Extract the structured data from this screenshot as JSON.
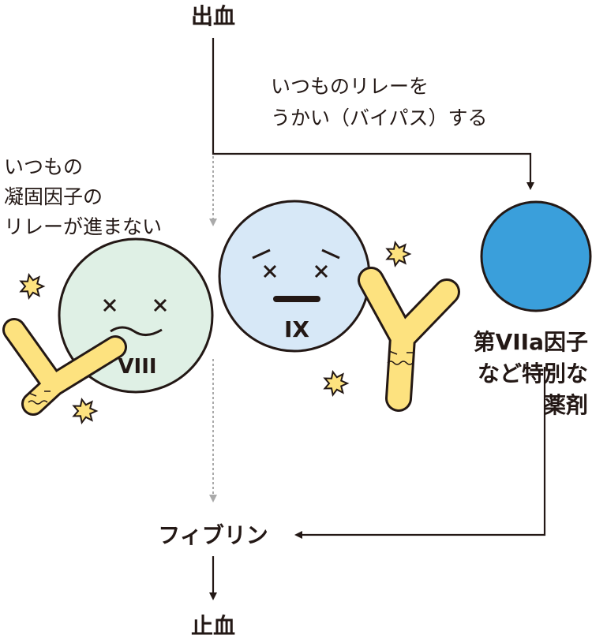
{
  "labels": {
    "bleeding": "出血",
    "bypass_line1": "いつものリレーを",
    "bypass_line2": "うかい（バイパス）する",
    "stalled_line1": "いつもの",
    "stalled_line2": "凝固因子の",
    "stalled_line3": "リレーが進まない",
    "factor_viii": "VIII",
    "factor_ix": "IX",
    "drug_line1": "第VIIa因子",
    "drug_line2": "など特別な",
    "drug_line3": "薬剤",
    "fibrin": "フィブリン",
    "hemostasis": "止血"
  },
  "colors": {
    "ink": "#231815",
    "factor_viii_fill": "#dff0e5",
    "factor_ix_fill": "#d7e8f7",
    "drug_fill": "#3a9fdb",
    "antibody_fill": "#fde27f",
    "dotted_line": "#aaaaaa"
  }
}
